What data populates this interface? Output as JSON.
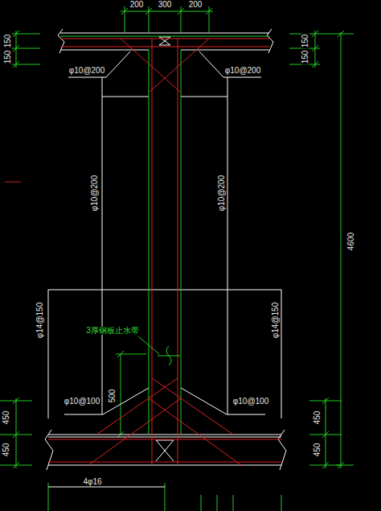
{
  "diagram": {
    "labels": [
      "200",
      "300",
      "200",
      "150",
      "150",
      "150",
      "150",
      "φ10@200",
      "φ10@200",
      "φ10@200",
      "φ10@200",
      "4600",
      "φ14@150",
      "φ14@150",
      "3厚钢板止水带",
      "500",
      "φ10@100",
      "φ10@100",
      "450",
      "450",
      "450",
      "450",
      "4φ16"
    ]
  }
}
